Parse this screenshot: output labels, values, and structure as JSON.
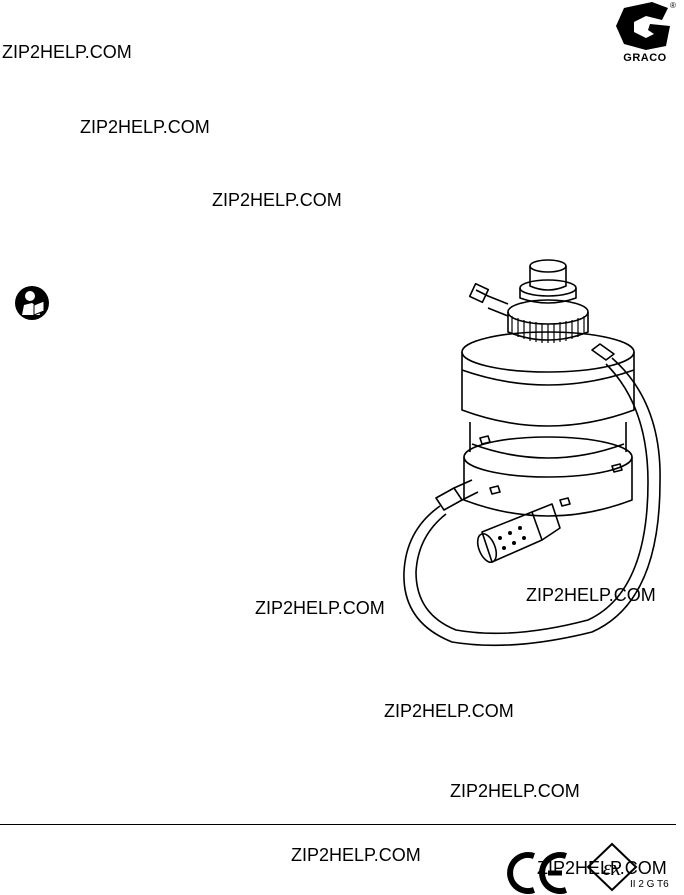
{
  "watermarks": [
    "ZIP2HELP.COM",
    "ZIP2HELP.COM",
    "ZIP2HELP.COM",
    "ZIP2HELP.COM",
    "ZIP2HELP.COM",
    "ZIP2HELP.COM",
    "ZIP2HELP.COM",
    "ZIP2HELP.COM",
    "ZIP2HELP.COM"
  ],
  "logo": {
    "brand": "GRACO",
    "registered": "®"
  },
  "icons": {
    "manual": "read-manual-icon",
    "product": "pump-illustration",
    "ce": "ce-mark-icon",
    "ex": "ex-explosion-proof-icon"
  },
  "certification": {
    "atex_code": "II 2 G T6"
  },
  "colors": {
    "ink": "#000000",
    "background": "#ffffff"
  }
}
